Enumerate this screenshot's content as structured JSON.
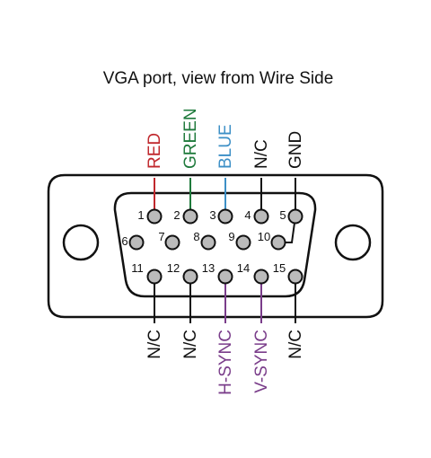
{
  "title": "VGA port, view from Wire Side",
  "colors": {
    "outline": "#111111",
    "pin_fill": "#bbbbbb",
    "red": "#c0282d",
    "green": "#1f7a3c",
    "blue": "#3c8fc6",
    "purple": "#7a3d8a",
    "black": "#111111"
  },
  "pins": [
    {
      "num": "1",
      "signal": "RED",
      "color": "red"
    },
    {
      "num": "2",
      "signal": "GREEN",
      "color": "green"
    },
    {
      "num": "3",
      "signal": "BLUE",
      "color": "blue"
    },
    {
      "num": "4",
      "signal": "N/C",
      "color": "black"
    },
    {
      "num": "5",
      "signal": "GND",
      "color": "black"
    },
    {
      "num": "6",
      "signal": "",
      "color": "black"
    },
    {
      "num": "7",
      "signal": "",
      "color": "black"
    },
    {
      "num": "8",
      "signal": "",
      "color": "black"
    },
    {
      "num": "9",
      "signal": "",
      "color": "black"
    },
    {
      "num": "10",
      "signal": "",
      "color": "black"
    },
    {
      "num": "11",
      "signal": "N/C",
      "color": "black"
    },
    {
      "num": "12",
      "signal": "N/C",
      "color": "black"
    },
    {
      "num": "13",
      "signal": "H-SYNC",
      "color": "purple"
    },
    {
      "num": "14",
      "signal": "V-SYNC",
      "color": "purple"
    },
    {
      "num": "15",
      "signal": "N/C",
      "color": "black"
    }
  ]
}
